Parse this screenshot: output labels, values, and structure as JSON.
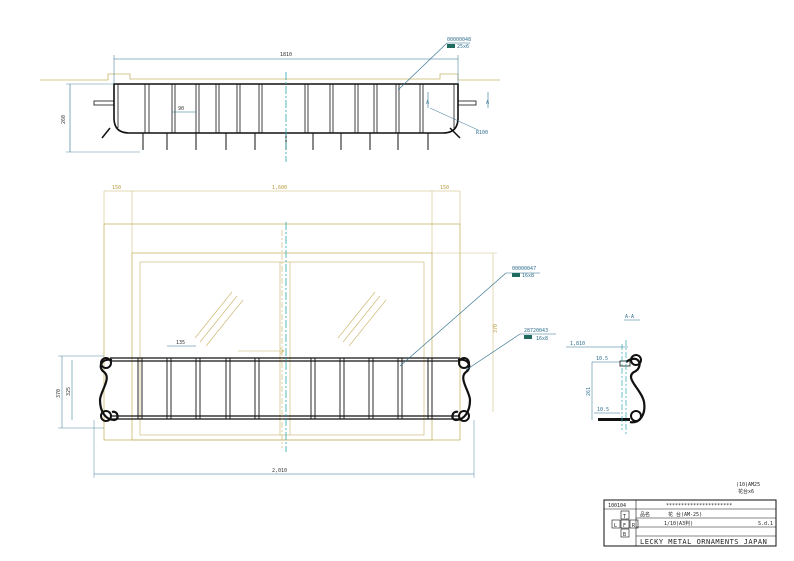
{
  "top_view": {
    "dim_width": "1810",
    "dim_height": "260",
    "dim_spacing": "90",
    "dim_radius": "R100",
    "leader_part": "00000048",
    "leader_spec": "25x6"
  },
  "front_view": {
    "dim_side_left": "150",
    "dim_center": "1,600",
    "dim_side_right": "150",
    "dim_window_h": "370",
    "dim_pitch": "135",
    "dim_left_outer": "370",
    "dim_left_inner": "325",
    "dim_total": "2,010",
    "leader_bar_part": "00000047",
    "leader_bar_spec": "16x8",
    "leader_scroll_part": "28720043",
    "leader_scroll_spec": "16x8"
  },
  "side_view": {
    "section_label": "A-A",
    "dim_top": "1,810",
    "dim_h": "261",
    "dim_r_top": "10.5",
    "dim_r_bottom": "10.5"
  },
  "note": {
    "line1": "(10)AM25",
    "line2": "花台x6"
  },
  "title_block": {
    "number": "100104",
    "stars": "**********************",
    "label_name": "品名",
    "name": "花 台(AM-25)",
    "scale": "1/10(A3判)",
    "date": "S.d.1",
    "company": "LECKY METAL ORNAMENTS JAPAN",
    "box_t": "T",
    "box_l": "L",
    "box_f": "F",
    "box_r": "R",
    "box_b": "B"
  }
}
